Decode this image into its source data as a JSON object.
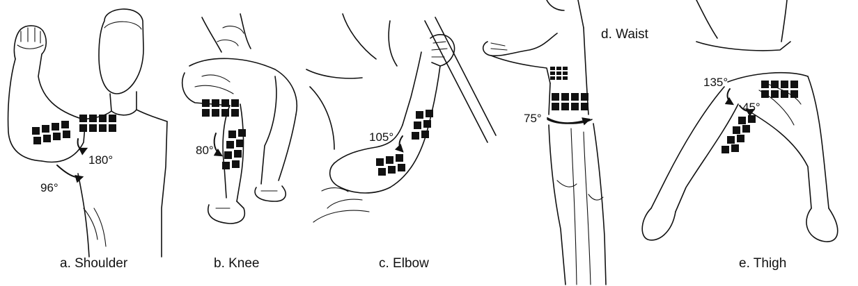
{
  "panels": [
    {
      "id": "shoulder",
      "caption": "a. Shoulder",
      "angles": [
        "180°",
        "96°"
      ]
    },
    {
      "id": "knee",
      "caption": "b. Knee",
      "angles": [
        "80°"
      ]
    },
    {
      "id": "elbow",
      "caption": "c. Elbow",
      "angles": [
        "105°"
      ]
    },
    {
      "id": "waist",
      "caption": "d. Waist",
      "angles": [
        "75°"
      ]
    },
    {
      "id": "thigh",
      "caption": "e. Thigh",
      "angles": [
        "135°",
        "45°"
      ]
    }
  ],
  "colors": {
    "ink": "#111111",
    "background": "#ffffff"
  }
}
